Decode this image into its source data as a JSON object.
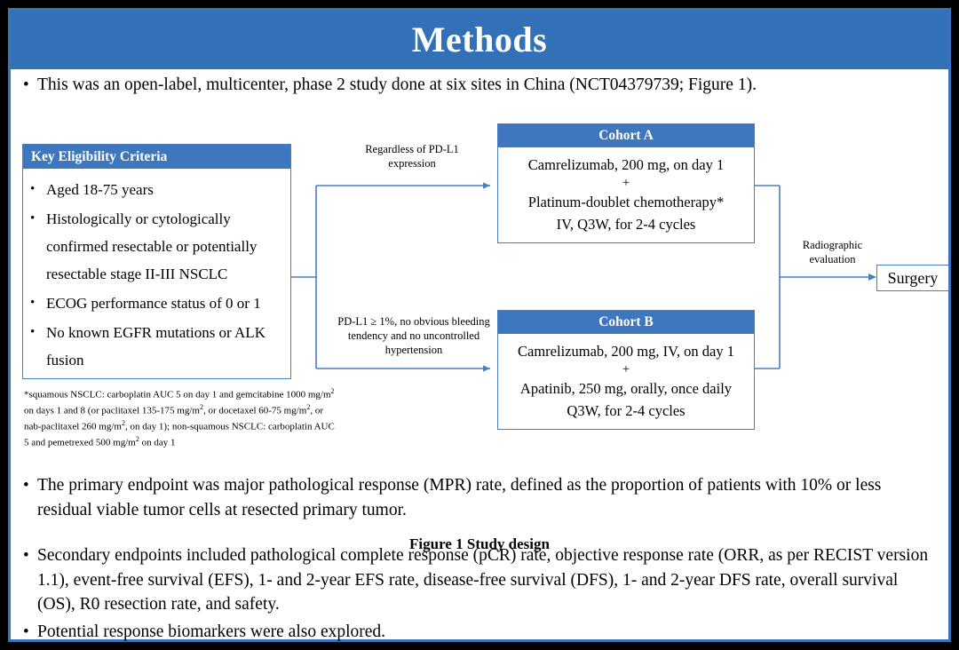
{
  "slide": {
    "title": "Methods",
    "accent_color": "#3270b8",
    "box_header_color": "#3e77be",
    "border_color": "#4a7ec0"
  },
  "lead_bullet": {
    "marker": "•",
    "text": "This was an open-label, multicenter, phase 2 study done at six sites in China (NCT04379739; Figure 1)."
  },
  "figure": {
    "caption": "Figure 1 Study design",
    "eligibility": {
      "header": "Key  Eligibility Criteria",
      "marker": "•",
      "items": [
        "Aged 18-75 years",
        "Histologically or cytologically confirmed resectable or potentially resectable stage II-III NSCLC",
        "ECOG performance status of 0 or 1",
        "No known EGFR mutations or ALK fusion"
      ]
    },
    "footnote": "*squamous NSCLC: carboplatin AUC 5 on day 1 and gemcitabine 1000 mg/m2 on days 1 and 8 (or paclitaxel 135-175 mg/m2, or docetaxel 60-75 mg/m2, or nab-paclitaxel 260 mg/m2, on day 1); non-squamous NSCLC: carboplatin AUC 5 and pemetrexed 500 mg/m2 on day 1",
    "arrow_label_a": "Regardless of PD-L1 expression",
    "arrow_label_b": "PD-L1 ≥ 1%, no obvious bleeding tendency and no uncontrolled hypertension",
    "arrow_label_radiographic": "Radiographic evaluation",
    "cohort_a": {
      "header": "Cohort A",
      "line1": "Camrelizumab, 200 mg, on day 1",
      "plus": "+",
      "line2": "Platinum-doublet chemotherapy*",
      "line3": "IV, Q3W, for 2-4 cycles"
    },
    "cohort_b": {
      "header": "Cohort B",
      "line1": "Camrelizumab, 200 mg, IV, on day 1",
      "plus": "+",
      "line2": "Apatinib, 250 mg, orally, once daily",
      "line3": "Q3W, for 2-4 cycles"
    },
    "surgery": "Surgery"
  },
  "bullets": [
    {
      "marker": "•",
      "text": "The primary endpoint was major pathological response (MPR) rate, defined as the proportion of patients with 10% or less residual viable tumor cells at resected primary tumor."
    },
    {
      "marker": "•",
      "text": "Secondary endpoints included pathological complete response (pCR) rate, objective response rate (ORR, as per RECIST version 1.1), event-free survival (EFS), 1- and 2-year EFS rate, disease-free survival (DFS), 1- and 2-year DFS rate, overall survival (OS), R0 resection rate, and safety."
    },
    {
      "marker": "•",
      "text": "Potential response biomarkers were also explored."
    }
  ]
}
